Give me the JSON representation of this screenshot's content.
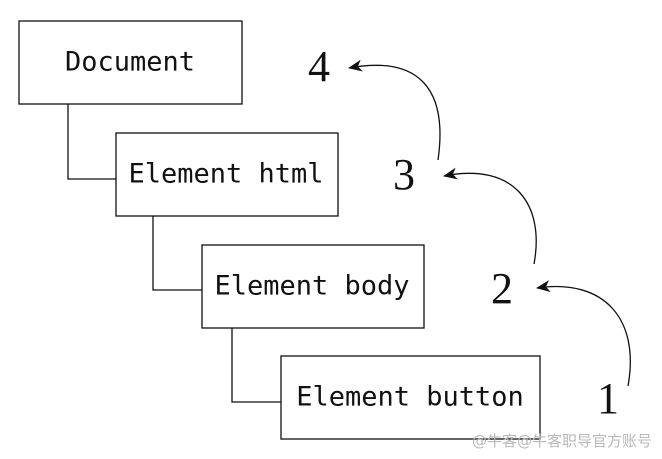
{
  "nodes": [
    {
      "label": "Document"
    },
    {
      "label": "Element html"
    },
    {
      "label": "Element body"
    },
    {
      "label": "Element button"
    }
  ],
  "steps": [
    "1",
    "2",
    "3",
    "4"
  ],
  "watermark": "@牛客@牛客职导官方账号",
  "colors": {
    "stroke": "#111111",
    "background": "#ffffff",
    "watermark": "#b9b9b9"
  }
}
